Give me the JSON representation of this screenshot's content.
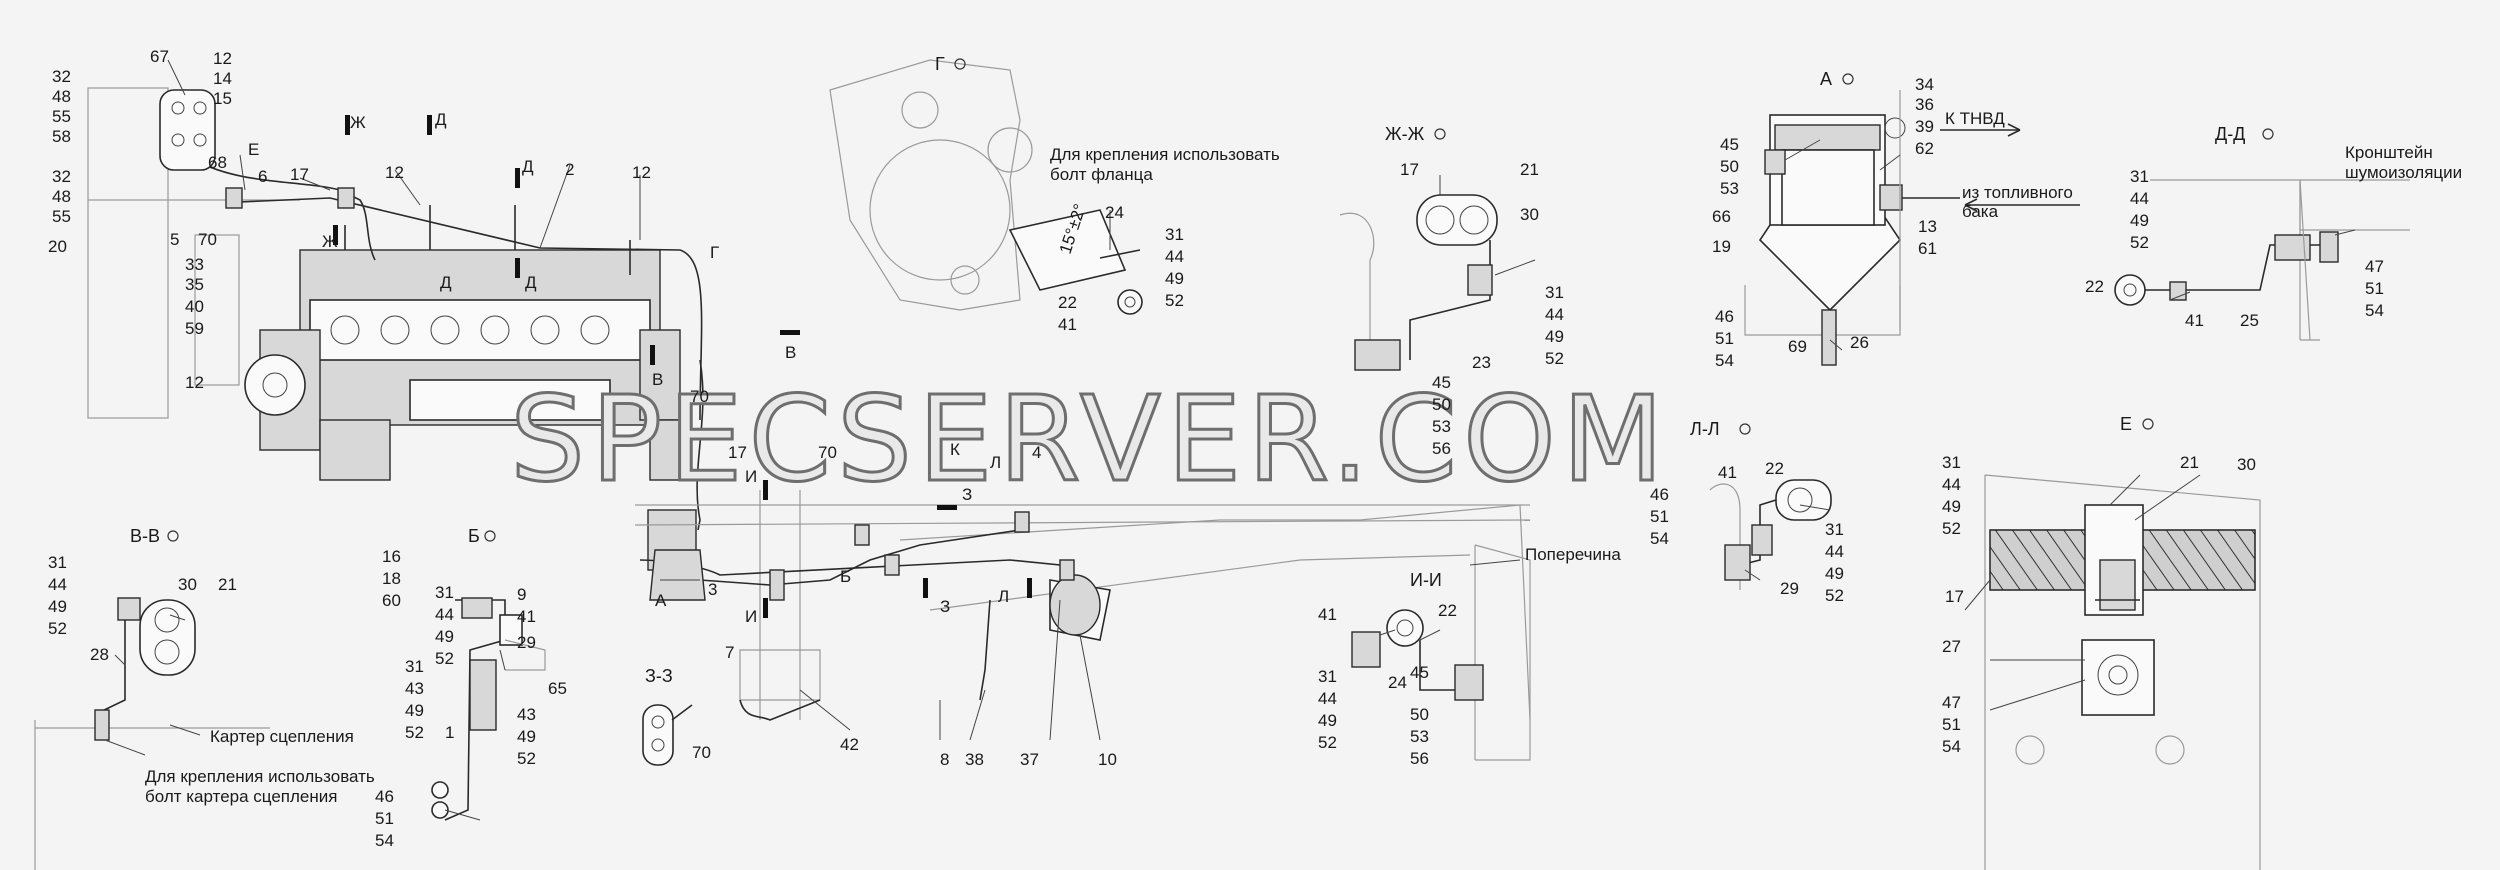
{
  "watermark": "SPECSERVER.COM",
  "views": {
    "g": "Г",
    "zh": "Ж-Ж",
    "a": "А",
    "d": "Д-Д",
    "l": "Л-Л",
    "e": "Е",
    "v": "В-В",
    "b": "Б",
    "i": "И-И",
    "z": "З-З"
  },
  "labels": {
    "flange_bolt_1": "Для крепления использовать",
    "flange_bolt_2": "болт фланца",
    "to_tnvd": "К ТНВД",
    "from_tank_1": "из топливного",
    "from_tank_2": "бака",
    "bracket_1": "Кронштейн",
    "bracket_2": "шумоизоляции",
    "crossmember": "Поперечина",
    "clutch_housing": "Картер сцепления",
    "clutch_bolt_1": "Для крепления использовать",
    "clutch_bolt_2": "болт картера сцепления"
  },
  "dimension": "15°±2°",
  "callouts": {
    "c67": "67",
    "c12a": "12",
    "c14": "14",
    "c15": "15",
    "c32a": "32",
    "c48a": "48",
    "c55a": "55",
    "c58": "58",
    "c32b": "32",
    "c48b": "48",
    "c55b": "55",
    "c20": "20",
    "c68": "68",
    "c6": "6",
    "c17a": "17",
    "c12b": "12",
    "c2": "2",
    "c12c": "12",
    "c5": "5",
    "c70a": "70",
    "c33": "33",
    "c35": "35",
    "c40": "40",
    "c59": "59",
    "c12d": "12",
    "c24": "24",
    "c31a": "31",
    "c44a": "44",
    "c49a": "49",
    "c52a": "52",
    "c22a": "22",
    "c41a": "41",
    "c17b": "17",
    "c21a": "21",
    "c30a": "30",
    "c31b": "31",
    "c44b": "44",
    "c49b": "49",
    "c52b": "52",
    "c23": "23",
    "c45a": "45",
    "c50a": "50",
    "c53a": "53",
    "c56a": "56",
    "c34": "34",
    "c36": "36",
    "c39": "39",
    "c62": "62",
    "c45b": "45",
    "c50b": "50",
    "c53b": "53",
    "c66": "66",
    "c19": "19",
    "c13": "13",
    "c61": "61",
    "c46a": "46",
    "c51a": "51",
    "c54a": "54",
    "c69": "69",
    "c26": "26",
    "c31c": "31",
    "c44c": "44",
    "c49c": "49",
    "c52c": "52",
    "c22b": "22",
    "c41b": "41",
    "c25": "25",
    "c47a": "47",
    "c51b": "51",
    "c54b": "54",
    "c70b": "70",
    "c17c": "17",
    "c70c": "70",
    "c4": "4",
    "c3": "3",
    "c7": "7",
    "c42": "42",
    "c8": "8",
    "c38": "38",
    "c37": "37",
    "c10": "10",
    "c41c": "41",
    "c22c": "22",
    "c46b": "46",
    "c51c": "51",
    "c54c": "54",
    "c31d": "31",
    "c44d": "44",
    "c49d": "49",
    "c52d": "52",
    "c29a": "29",
    "c31e": "31",
    "c44e": "44",
    "c49e": "49",
    "c52e": "52",
    "c21b": "21",
    "c30b": "30",
    "c17d": "17",
    "c27": "27",
    "c47b": "47",
    "c51d": "51",
    "c54d": "54",
    "c31f": "31",
    "c44f": "44",
    "c49f": "49",
    "c52f": "52",
    "c30c": "30",
    "c21c": "21",
    "c28": "28",
    "c16": "16",
    "c18": "18",
    "c60": "60",
    "c31g": "31",
    "c44g": "44",
    "c49g": "49",
    "c52g": "52",
    "c9": "9",
    "c41d": "41",
    "c29b": "29",
    "c31h": "31",
    "c43a": "43",
    "c49h": "49",
    "c52h": "52",
    "c65": "65",
    "c43b": "43",
    "c49i": "49",
    "c52i": "52",
    "c1": "1",
    "c46c": "46",
    "c51e": "51",
    "c54e": "54",
    "c70d": "70",
    "c41e": "41",
    "c22d": "22",
    "c31i": "31",
    "c44h": "44",
    "c49j": "49",
    "c52j": "52",
    "c24b": "24",
    "c45c": "45",
    "c50c": "50",
    "c53c": "53",
    "c56b": "56"
  },
  "markers": {
    "zh1": "Ж",
    "d1": "Д",
    "e1": "Е",
    "d2": "Д",
    "zh2": "Ж",
    "d3": "Д",
    "d4": "Д",
    "g1": "Г",
    "v1": "В",
    "v2": "В",
    "i1": "И",
    "i2": "И",
    "k1": "К",
    "l1": "Л",
    "l2": "Л",
    "z1": "З",
    "z2": "З",
    "b1": "Б",
    "a1": "А"
  }
}
